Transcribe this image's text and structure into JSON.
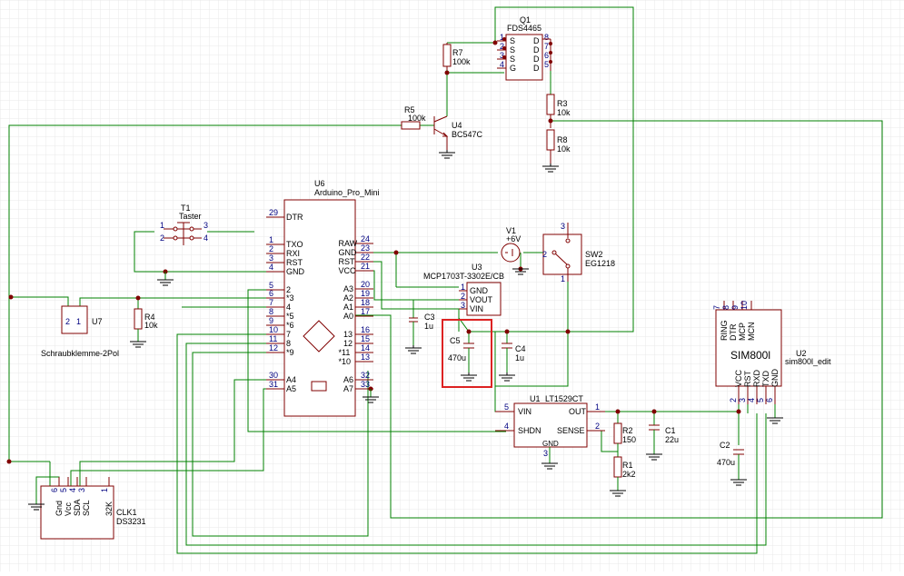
{
  "colors": {
    "wire": "#008000",
    "component": "#800000",
    "pin_number": "#000080",
    "text": "#000000",
    "highlight": "#dd2222",
    "grid": "#e8e8e8"
  },
  "components": {
    "q1": {
      "ref": "Q1",
      "value": "FDS4465",
      "pins_left": [
        "S",
        "S",
        "S",
        "G"
      ],
      "pins_left_num": [
        "1",
        "2",
        "3",
        "4"
      ],
      "pins_right": [
        "D",
        "D",
        "D",
        "D"
      ],
      "pins_right_num": [
        "8",
        "7",
        "6",
        "5"
      ]
    },
    "r7": {
      "ref": "R7",
      "value": "100k"
    },
    "r5": {
      "ref": "R5",
      "value": "100k"
    },
    "u4": {
      "ref": "U4",
      "value": "BC547C"
    },
    "r3": {
      "ref": "R3",
      "value": "10k"
    },
    "r8": {
      "ref": "R8",
      "value": "10k"
    },
    "t1": {
      "ref": "T1",
      "value": "Taster",
      "pins": [
        "1",
        "2",
        "3",
        "4"
      ]
    },
    "u6": {
      "ref": "U6",
      "value": "Arduino_Pro_Mini",
      "left_pins": [
        {
          "num": "29",
          "name": "DTR"
        },
        {
          "num": "1",
          "name": "TXO"
        },
        {
          "num": "2",
          "name": "RXI"
        },
        {
          "num": "3",
          "name": "RST"
        },
        {
          "num": "4",
          "name": "GND"
        },
        {
          "num": "5",
          "name": "2"
        },
        {
          "num": "6",
          "name": "*3"
        },
        {
          "num": "7",
          "name": "4"
        },
        {
          "num": "8",
          "name": "*5"
        },
        {
          "num": "9",
          "name": "*6"
        },
        {
          "num": "10",
          "name": "7"
        },
        {
          "num": "11",
          "name": "8"
        },
        {
          "num": "12",
          "name": "*9"
        },
        {
          "num": "30",
          "name": "A4"
        },
        {
          "num": "31",
          "name": "A5"
        }
      ],
      "right_pins": [
        {
          "num": "24",
          "name": "RAW"
        },
        {
          "num": "23",
          "name": "GND"
        },
        {
          "num": "22",
          "name": "RST"
        },
        {
          "num": "21",
          "name": "VCC"
        },
        {
          "num": "20",
          "name": "A3"
        },
        {
          "num": "19",
          "name": "A2"
        },
        {
          "num": "18",
          "name": "A1"
        },
        {
          "num": "17",
          "name": "A0"
        },
        {
          "num": "16",
          "name": "13"
        },
        {
          "num": "15",
          "name": "12"
        },
        {
          "num": "14",
          "name": "*11"
        },
        {
          "num": "13",
          "name": "*10"
        },
        {
          "num": "32",
          "name": "A6"
        },
        {
          "num": "33",
          "name": "A7"
        }
      ]
    },
    "v1": {
      "ref": "V1",
      "value": "+6V"
    },
    "sw2": {
      "ref": "SW2",
      "value": "EG1218",
      "pins": [
        "3",
        "2",
        "1"
      ]
    },
    "u3": {
      "ref": "U3",
      "value": "MCP1703T-3302E/CB",
      "pins": [
        {
          "num": "1",
          "name": "GND"
        },
        {
          "num": "2",
          "name": "VOUT"
        },
        {
          "num": "3",
          "name": "VIN"
        }
      ]
    },
    "c3": {
      "ref": "C3",
      "value": "1u"
    },
    "c5": {
      "ref": "C5",
      "value": "470u"
    },
    "c4": {
      "ref": "C4",
      "value": "1u"
    },
    "r4": {
      "ref": "R4",
      "value": "10k"
    },
    "u7": {
      "ref": "U7",
      "value": "Schraubklemme-2Pol",
      "pins": [
        "2",
        "1"
      ]
    },
    "u1": {
      "ref": "U1",
      "value": "LT1529CT",
      "pins": [
        {
          "num": "5",
          "name": "VIN"
        },
        {
          "num": "4",
          "name": "SHDN"
        },
        {
          "num": "1",
          "name": "OUT"
        },
        {
          "num": "2",
          "name": "SENSE"
        },
        {
          "num": "3",
          "name": "GND"
        }
      ]
    },
    "r2": {
      "ref": "R2",
      "value": "150"
    },
    "r1": {
      "ref": "R1",
      "value": "2k2"
    },
    "c1": {
      "ref": "C1",
      "value": "22u"
    },
    "c2": {
      "ref": "C2",
      "value": "470u"
    },
    "u2": {
      "ref": "U2",
      "value": "sim800l_edit",
      "title": "SIM800l",
      "top_pins": [
        {
          "num": "7",
          "name": "RING"
        },
        {
          "num": "8",
          "name": "DTR"
        },
        {
          "num": "9",
          "name": "MCP"
        },
        {
          "num": "10",
          "name": "MCN"
        }
      ],
      "bottom_pins": [
        {
          "num": "2",
          "name": "VCC"
        },
        {
          "num": "3",
          "name": "RST"
        },
        {
          "num": "4",
          "name": "RXD"
        },
        {
          "num": "5",
          "name": "TXD"
        },
        {
          "num": "6",
          "name": "GND"
        }
      ]
    },
    "clk1": {
      "ref": "CLK1",
      "value": "DS3231",
      "pins": [
        {
          "num": "6",
          "name": "Gnd"
        },
        {
          "num": "5",
          "name": "Vcc"
        },
        {
          "num": "4",
          "name": "SDA"
        },
        {
          "num": "3",
          "name": "SCL"
        },
        {
          "num": "1",
          "name": "32K"
        }
      ]
    }
  }
}
